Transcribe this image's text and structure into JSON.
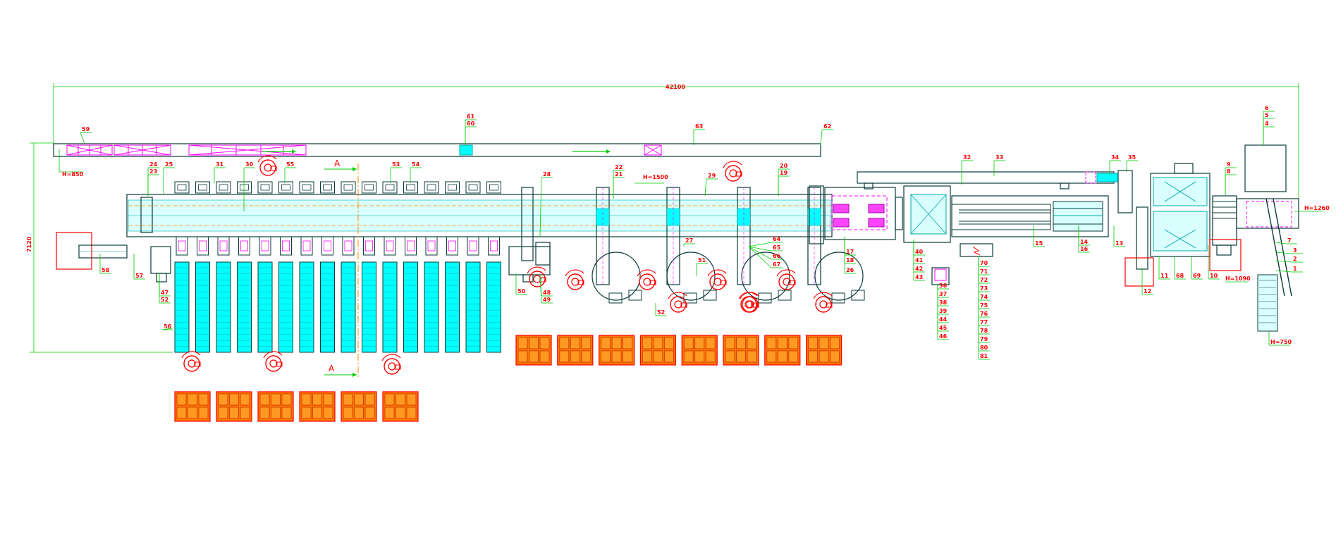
{
  "dimensions": {
    "overall_length": "42100",
    "overall_width": "7120"
  },
  "heights": {
    "h850": "H=850",
    "h1500": "H=1500",
    "h1260": "H=1260",
    "h1090": "H=1090",
    "h750": "H=750"
  },
  "section_marks": {
    "top": "A",
    "bottom": "A"
  },
  "callouts": {
    "c59": "59",
    "c61": "61",
    "c60": "60",
    "c63": "63",
    "c62": "62",
    "c24": "24",
    "c23": "23",
    "c25": "25",
    "c31": "31",
    "c30": "30",
    "c55": "55",
    "c53": "53",
    "c54": "54",
    "c28": "28",
    "c22": "22",
    "c21": "21",
    "c29": "29",
    "c20": "20",
    "c19": "19",
    "c32": "32",
    "c33": "33",
    "c34": "34",
    "c35": "35",
    "c9": "9",
    "c8": "8",
    "c6": "6",
    "c5": "5",
    "c4": "4",
    "c58": "58",
    "c57": "57",
    "c47": "47",
    "c52a": "52",
    "c56": "56",
    "c50": "50",
    "c48": "48",
    "c49": "49",
    "c27": "27",
    "c51": "51",
    "c52b": "52",
    "c64": "64",
    "c65": "65",
    "c66": "66",
    "c67": "67",
    "c17": "17",
    "c18": "18",
    "c26": "26",
    "c40": "40",
    "c41": "41",
    "c42": "42",
    "c43": "43",
    "c36": "36",
    "c37": "37",
    "c38": "38",
    "c39": "39",
    "c44": "44",
    "c45": "45",
    "c46": "46",
    "c70": "70",
    "c71": "71",
    "c72": "72",
    "c73": "73",
    "c74": "74",
    "c75": "75",
    "c76": "76",
    "c77": "77",
    "c78": "78",
    "c79": "79",
    "c80": "80",
    "c81": "81",
    "c15": "15",
    "c14": "14",
    "c16": "16",
    "c13": "13",
    "c12": "12",
    "c11": "11",
    "c68": "68",
    "c69": "69",
    "c10": "10",
    "c7": "7",
    "c3": "3",
    "c2": "2",
    "c1": "1"
  }
}
